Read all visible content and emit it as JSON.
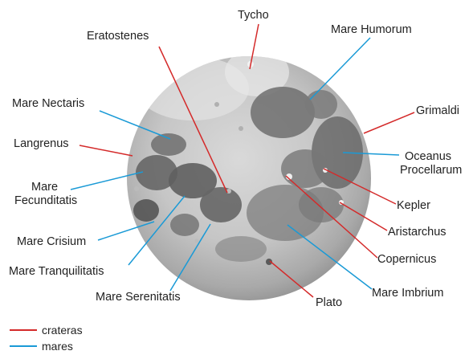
{
  "colors": {
    "crateras": "#d42a2a",
    "mares": "#1a9ad6"
  },
  "labels": {
    "tycho": "Tycho",
    "eratostenes": "Eratostenes",
    "mare_humorum": "Mare Humorum",
    "mare_nectaris": "Mare Nectaris",
    "grimaldi": "Grimaldi",
    "langrenus": "Langrenus",
    "oceanus_line1": "Oceanus",
    "oceanus_line2": "Procellarum",
    "mare_fec_line1": "Mare",
    "mare_fec_line2": "Fecunditatis",
    "kepler": "Kepler",
    "aristarchus": "Aristarchus",
    "mare_crisium": "Mare Crisium",
    "copernicus": "Copernicus",
    "mare_tranquilitatis": "Mare Tranquilitatis",
    "mare_imbrium": "Mare Imbrium",
    "mare_serenitatis": "Mare Serenitatis",
    "plato": "Plato"
  },
  "legend": {
    "crateras": "crateras",
    "mares": "mares"
  }
}
